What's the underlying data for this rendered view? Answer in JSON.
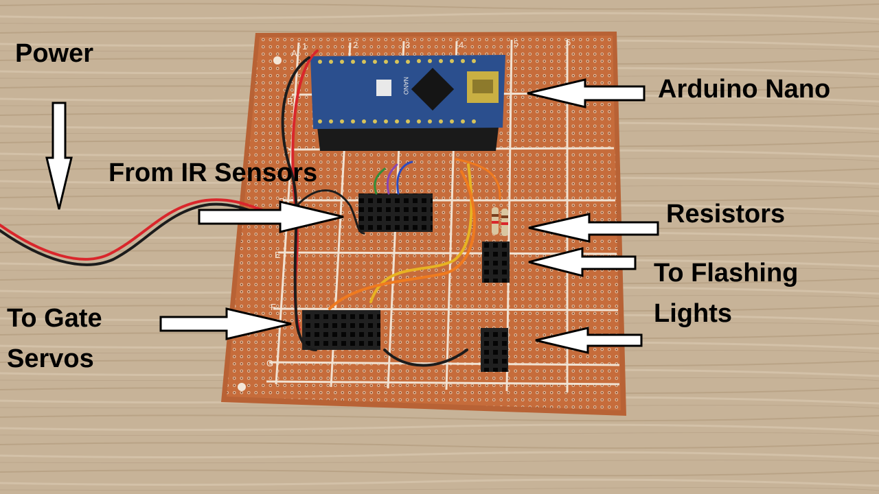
{
  "annotations": {
    "power": "Power",
    "arduino_nano": "Arduino Nano",
    "from_ir_sensors": "From IR Sensors",
    "resistors": "Resistors",
    "to_flashing_lights_line1": "To Flashing",
    "to_flashing_lights_line2": "Lights",
    "to_gate_servos_line1": "To Gate",
    "to_gate_servos_line2": "Servos"
  },
  "board": {
    "column_labels": [
      "1",
      "2",
      "3",
      "4",
      "5",
      "6"
    ],
    "row_labels": [
      "A",
      "B",
      "C",
      "D",
      "E",
      "F",
      "G"
    ]
  },
  "arduino": {
    "chip_text": "NANO"
  },
  "colors": {
    "wood": "#c9b59a",
    "pcb": "#c8703f",
    "pcb_grid": "#f1e2d2",
    "arduino_blue": "#2b4f8e",
    "header_black": "#202020",
    "wire_red": "#d9262b",
    "wire_orange": "#ef7a1f",
    "wire_yellow": "#e7b323",
    "wire_black": "#1c1c1c"
  }
}
